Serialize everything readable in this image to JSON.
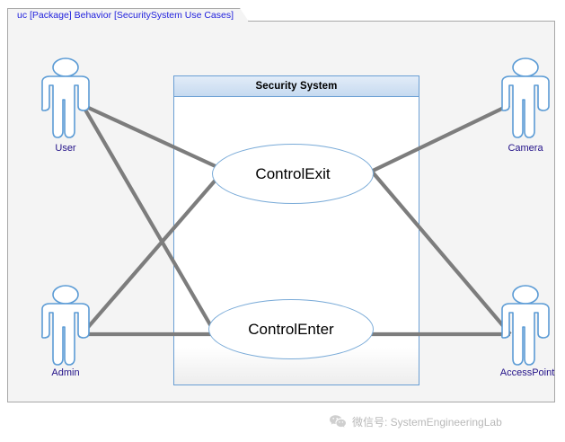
{
  "frame": {
    "tab_label": "uc [Package] Behavior [SecuritySystem Use Cases]",
    "tab_text_color": "#2222dd",
    "background_color": "#f4f4f4",
    "border_color": "#a8a8a8"
  },
  "system_box": {
    "title": "Security System",
    "border_color": "#6a9fd4",
    "header_gradient_top": "#e2ecf8",
    "header_gradient_bottom": "#c6daf0",
    "body_color": "#ffffff"
  },
  "use_cases": [
    {
      "id": "control-exit",
      "label": "ControlExit",
      "border_color": "#7aabd8"
    },
    {
      "id": "control-enter",
      "label": "ControlEnter",
      "border_color": "#7aabd8"
    }
  ],
  "actors": [
    {
      "id": "user",
      "label": "User",
      "position": "top-left"
    },
    {
      "id": "camera",
      "label": "Camera",
      "position": "top-right"
    },
    {
      "id": "admin",
      "label": "Admin",
      "position": "bottom-left"
    },
    {
      "id": "access-point",
      "label": "AccessPoint",
      "position": "bottom-right"
    }
  ],
  "actor_style": {
    "stroke_color": "#5b9bd5",
    "fill_color": "#ffffff",
    "label_color": "#221188"
  },
  "associations": [
    {
      "from": "user",
      "to": "control-exit"
    },
    {
      "from": "user",
      "to": "control-enter"
    },
    {
      "from": "admin",
      "to": "control-exit"
    },
    {
      "from": "admin",
      "to": "control-enter"
    },
    {
      "from": "control-exit",
      "to": "camera"
    },
    {
      "from": "control-exit",
      "to": "access-point"
    },
    {
      "from": "control-enter",
      "to": "access-point"
    }
  ],
  "association_style": {
    "stroke_color": "#7d7d7d",
    "stroke_width": 4
  },
  "watermark": {
    "icon": "wechat-icon",
    "text": "微信号: SystemEngineeringLab",
    "text_color": "#b9b9b9"
  }
}
